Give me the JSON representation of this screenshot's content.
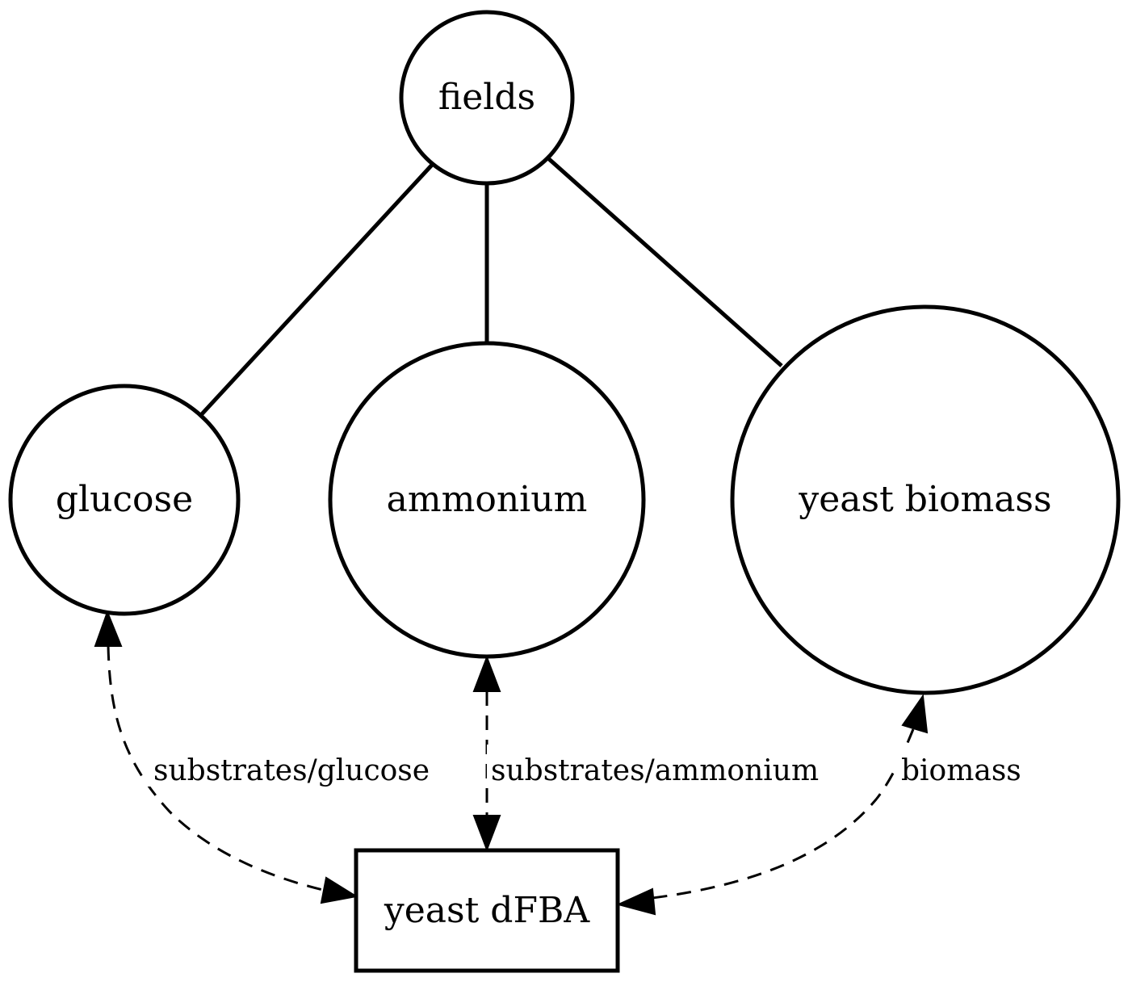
{
  "nodes": {
    "fields": {
      "label": "fields"
    },
    "glucose": {
      "label": "glucose"
    },
    "ammonium": {
      "label": "ammonium"
    },
    "yeast_biomass": {
      "label": "yeast biomass"
    },
    "yeast_dfba": {
      "label": "yeast dFBA"
    }
  },
  "edges": {
    "glucose_link": {
      "label": "substrates/glucose"
    },
    "ammonium_link": {
      "label": "substrates/ammonium"
    },
    "biomass_link": {
      "label": "biomass"
    }
  },
  "colors": {
    "stroke": "#000000",
    "background": "#ffffff"
  }
}
